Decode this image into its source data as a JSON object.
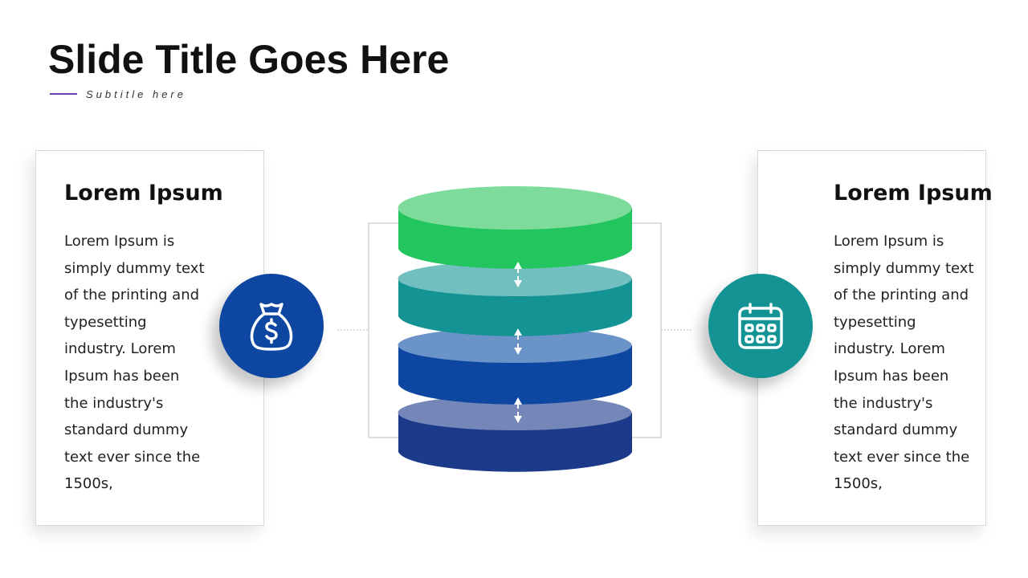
{
  "slide": {
    "title": "Slide Title Goes Here",
    "subtitle": "Subtitle here"
  },
  "left_card": {
    "heading": "Lorem Ipsum",
    "body": "Lorem Ipsum is simply dummy text of the printing and typesetting industry. Lorem Ipsum has been the industry's standard dummy text ever since the 1500s,"
  },
  "right_card": {
    "heading": "Lorem Ipsum",
    "body": "Lorem Ipsum is simply dummy text of the printing and typesetting industry. Lorem Ipsum has been the industry's standard dummy text ever since the 1500s,"
  },
  "icons": {
    "left": "money-bag-icon",
    "right": "calendar-icon"
  },
  "colors": {
    "accent_line": "#6a3fb0",
    "money_circle": "#0d47a1",
    "calendar_circle": "#139393",
    "layer1": "#22c55e",
    "layer1_top": "#7ddc9c",
    "layer2": "#139393",
    "layer2_top": "#72bfc0",
    "layer3": "#0d47a1",
    "layer3_top": "#6a93c8",
    "layer4": "#1b3a8a",
    "layer4_top": "#7587b8"
  }
}
